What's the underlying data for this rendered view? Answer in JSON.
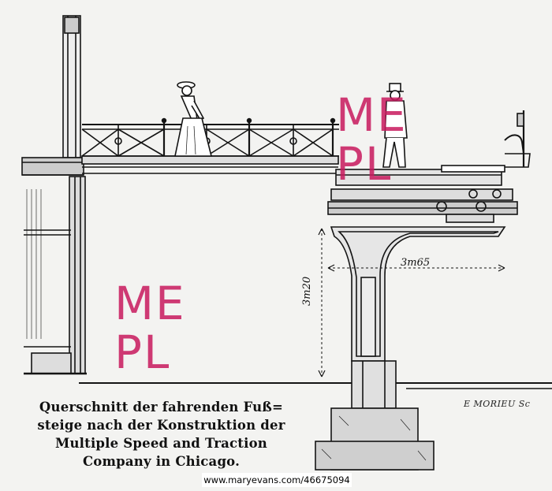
{
  "caption_lines": [
    "Querschnitt der fahrenden Fuß=",
    "steige nach der Konstruktion der",
    "Multiple Speed and Traction",
    "Company in Chicago."
  ],
  "dimensions": {
    "horizontal": "3m65",
    "vertical": "3m20"
  },
  "signature": "E MORIEU Sc",
  "watermark": {
    "line1": "ME",
    "line2": "PL",
    "color": "#c8195e"
  },
  "credit_url": "www.maryevans.com/46675094"
}
